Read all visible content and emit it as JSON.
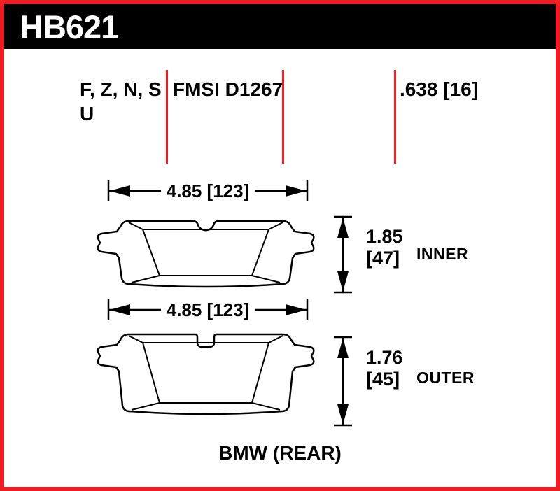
{
  "header": {
    "part_number": "HB621"
  },
  "specs": {
    "compound_codes_line1": "F, Z, N, S",
    "compound_codes_line2": "U",
    "fmsi_number": "FMSI D1267",
    "pad_thickness": ".638 [16]"
  },
  "diagrams": {
    "inner": {
      "width_dim": "4.85 [123]",
      "thickness_in": "1.85",
      "thickness_mm": "[47]",
      "label": "INNER"
    },
    "outer": {
      "width_dim": "4.85 [123]",
      "thickness_in": "1.76",
      "thickness_mm": "[45]",
      "label": "OUTER"
    }
  },
  "footer": {
    "application": "BMW (REAR)"
  },
  "colors": {
    "accent_red": "#ee1c23",
    "header_bg": "#000000",
    "line_black": "#000000",
    "background": "#ffffff"
  }
}
